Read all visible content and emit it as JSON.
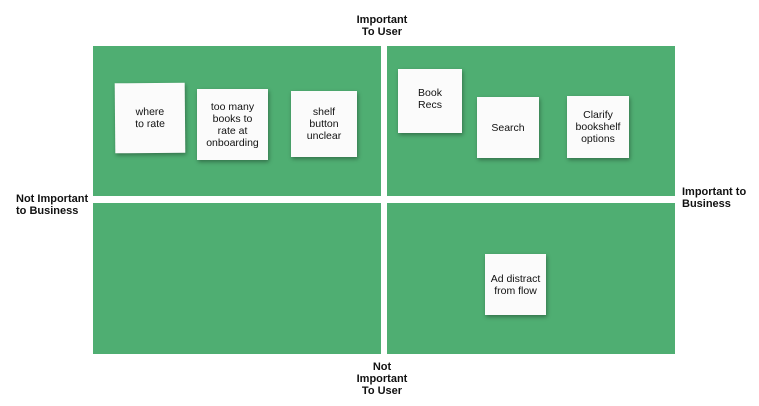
{
  "axes": {
    "top": [
      "Important",
      "To User"
    ],
    "bottom": [
      "Not",
      "Important",
      "To User"
    ],
    "left": [
      "Not Important",
      "to Business"
    ],
    "right": [
      "Important to",
      "Business"
    ]
  },
  "quadrants": {
    "top_left": {
      "notes": [
        [
          "where",
          "to rate"
        ],
        [
          "too many",
          "books to",
          "rate at",
          "onboarding"
        ],
        [
          "shelf",
          "button",
          "unclear"
        ]
      ]
    },
    "top_right": {
      "notes": [
        [
          "Book",
          "Recs"
        ],
        [
          "Search"
        ],
        [
          "Clarify",
          "bookshelf",
          "options"
        ]
      ]
    },
    "bottom_left": {
      "notes": []
    },
    "bottom_right": {
      "notes": [
        [
          "Ad distract",
          "from flow"
        ]
      ]
    }
  },
  "colors": {
    "quadrant": "#4fae72",
    "note": "#fbfbfb"
  }
}
